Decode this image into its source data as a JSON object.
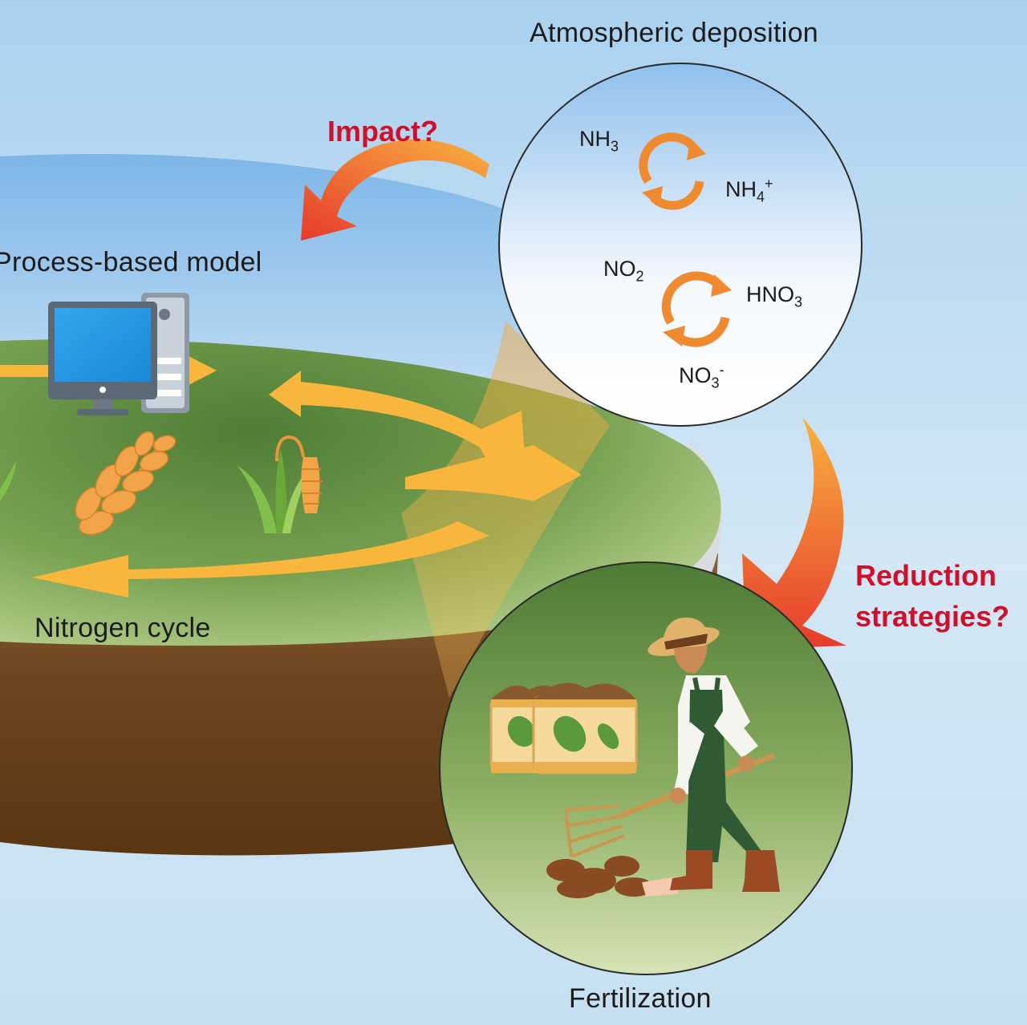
{
  "labels": {
    "atmospheric_deposition": "Atmospheric deposition",
    "impact": "Impact?",
    "process_based_model": "Process-based model",
    "nitrogen_cycle": "Nitrogen cycle",
    "reduction_line1": "Reduction",
    "reduction_line2": "strategies?",
    "fertilization": "Fertilization"
  },
  "chemicals": {
    "nh3": {
      "base": "NH",
      "sub": "3"
    },
    "nh4": {
      "base": "NH",
      "sub": "4",
      "sup": "+"
    },
    "no2": {
      "base": "NO",
      "sub": "2"
    },
    "hno3": {
      "base": "HNO",
      "sub": "3"
    },
    "no3": {
      "base": "NO",
      "sub": "3",
      "sup": "-"
    }
  },
  "colors": {
    "accent_red": "#d0102a",
    "arrow_orange": "#f39a36",
    "cycle_yellow": "#f8b63c",
    "field_green": "#5f8c41",
    "soil_brown": "#6b4420",
    "sky_blue": "#8ec2ea"
  },
  "icons": [
    "computer-icon",
    "wheat-icon",
    "corn-icon",
    "cycle-arrows-icon",
    "farmer-icon",
    "fertilizer-bag-icon"
  ]
}
